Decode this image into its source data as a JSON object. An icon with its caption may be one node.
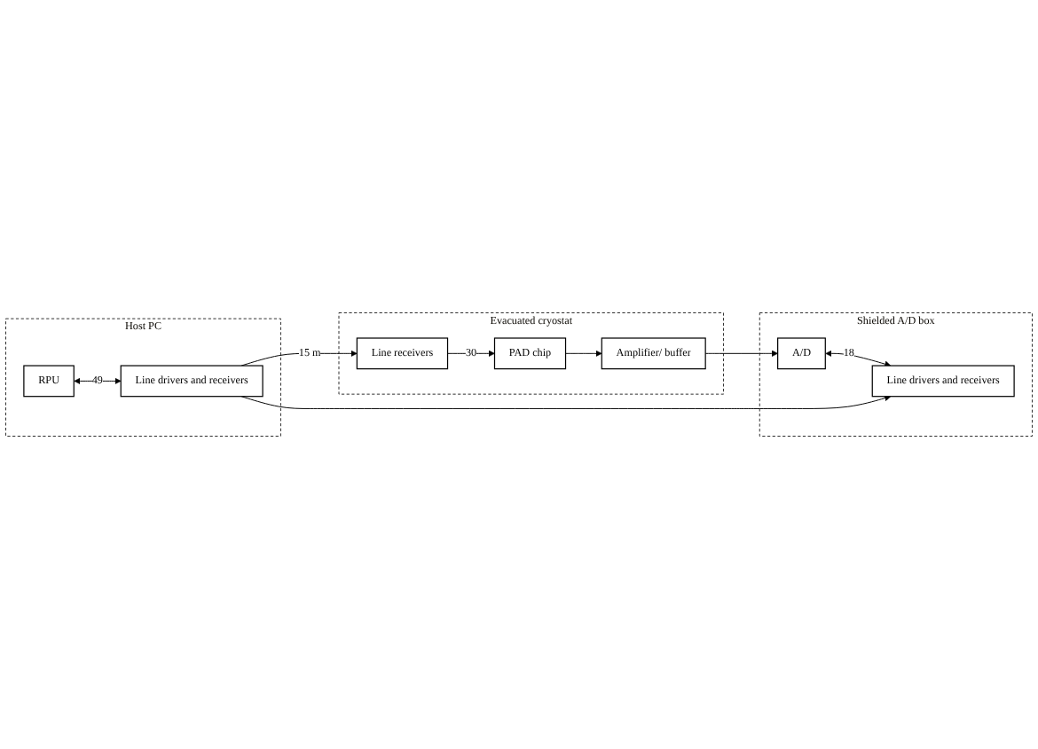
{
  "diagram": {
    "nodes": [
      {
        "text": [
          "Evacuated cryostat"
        ]
      },
      {
        "text": [
          "PAD chip"
        ],
        "in": 0
      },
      {
        "text": [
          "Line receivers"
        ],
        "in": 0
      },
      {
        "text": [
          "Amplifier/ buffer"
        ],
        "in": 0
      },
      {
        "text": [
          "Host PC"
        ]
      },
      {
        "text": [
          "RPU"
        ],
        "in": 4
      },
      {
        "text": [
          "Line drivers and receivers"
        ],
        "in": 4
      },
      {
        "text": [
          "Shielded A/D box"
        ]
      },
      {
        "text": [
          "A/D"
        ],
        "in": 7
      },
      {
        "text": [
          "Line drivers and receivers"
        ],
        "in": 7
      }
    ],
    "edges": [
      {
        "from": 2,
        "to": 1,
        "arrow": "to",
        "label": "30"
      },
      {
        "from": 1,
        "to": 3,
        "arrow": "to"
      },
      {
        "from": 3,
        "to": 8,
        "arrow": "to"
      },
      {
        "from": 8,
        "to": 9,
        "arrow": "both",
        "label": "18"
      },
      {
        "from": 5,
        "to": 6,
        "arrow": "both",
        "label": "49"
      },
      {
        "from": 6,
        "to": 2,
        "arrow": "to",
        "label": "15 m"
      },
      {
        "from": 6,
        "to": 9,
        "arrow": "to"
      }
    ]
  }
}
